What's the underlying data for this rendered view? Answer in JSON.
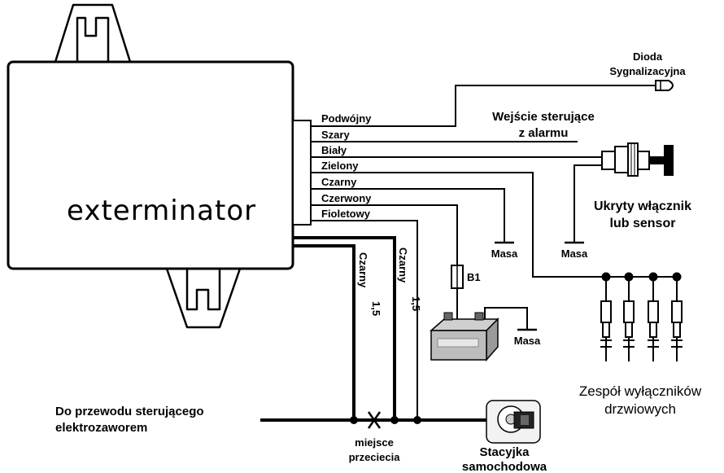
{
  "module": {
    "brand": "exterminator"
  },
  "wires": [
    {
      "label": "Podwójny"
    },
    {
      "label": "Szary"
    },
    {
      "label": "Biały"
    },
    {
      "label": "Zielony"
    },
    {
      "label": "Czarny"
    },
    {
      "label": "Czerwony"
    },
    {
      "label": "Fioletowy"
    }
  ],
  "cables": [
    {
      "label_line1": "Czarny",
      "label_line2": "1,5"
    },
    {
      "label_line1": "Czarny",
      "label_line2": "1,5"
    }
  ],
  "components": {
    "diode": {
      "line1": "Dioda",
      "line2": "Sygnalizacyjna"
    },
    "alarm_input": {
      "line1": "Wejście sterujące",
      "line2": "z alarmu"
    },
    "hidden_switch": {
      "line1": "Ukryty włącznik",
      "line2": "lub sensor"
    },
    "ground_1": "Masa",
    "ground_2": "Masa",
    "ground_3": "Masa",
    "fuse": "B1",
    "door_switches": {
      "line1": "Zespół wyłączników",
      "line2": "drzwiowych"
    },
    "valve_wire": {
      "line1": "Do przewodu sterującego",
      "line2": "elektrozaworem"
    },
    "cut_point": {
      "line1": "miejsce",
      "line2": "przeciecia"
    },
    "ignition": {
      "line1": "Stacyjka",
      "line2": "samochodowa"
    }
  }
}
